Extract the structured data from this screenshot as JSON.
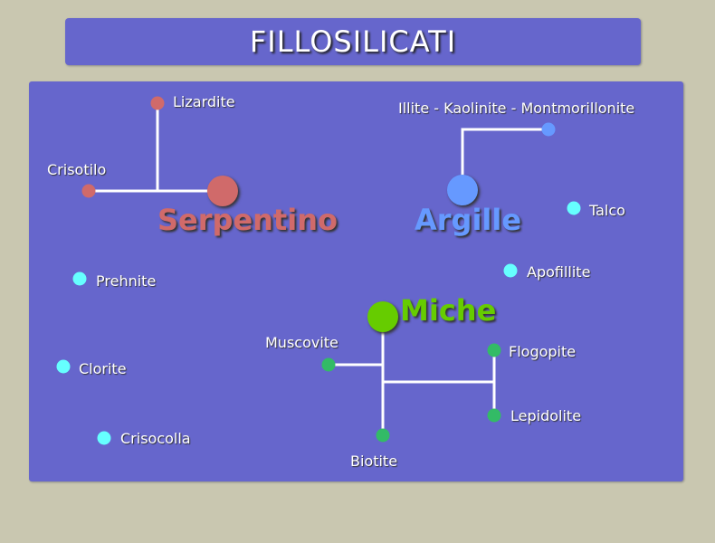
{
  "title": "FILLOSILICATI",
  "colors": {
    "serpentino": "#d06a6a",
    "argille": "#6699ff",
    "miche": "#66cc00",
    "miche_leaf": "#33bb66",
    "other": "#66ffff",
    "panel": "#6666cc",
    "background": "#c9c7b0"
  },
  "groups": {
    "serpentino": "Serpentino",
    "argille": "Argille",
    "miche": "Miche"
  },
  "minerals": {
    "lizardite": "Lizardite",
    "crisotilo": "Crisotilo",
    "illite": "Illite - Kaolinite - Montmorillonite",
    "talco": "Talco",
    "apofillite": "Apofillite",
    "prehnite": "Prehnite",
    "clorite": "Clorite",
    "crisocolla": "Crisocolla",
    "muscovite": "Muscovite",
    "flogopite": "Flogopite",
    "lepidolite": "Lepidolite",
    "biotite": "Biotite"
  }
}
